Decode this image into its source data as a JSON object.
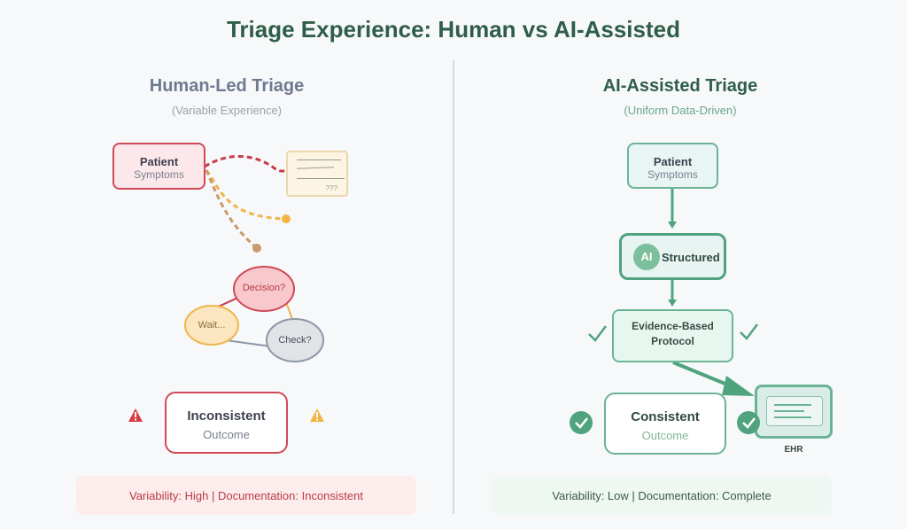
{
  "title": "Triage Experience: Human vs AI-Assisted",
  "left": {
    "title": "Human-Led Triage",
    "subtitle": "(Variable Experience)",
    "patient_box": {
      "title": "Patient",
      "subtitle": "Symptoms"
    },
    "note_card": {
      "text": "???"
    },
    "bubbles": {
      "decision": "Decision?",
      "wait": "Wait...",
      "check": "Check?"
    },
    "outcome": {
      "title": "Inconsistent",
      "subtitle": "Outcome"
    },
    "warning_icons": [
      "alert-red",
      "alert-amber"
    ],
    "footer": "Variability: High | Documentation: Inconsistent",
    "colors": {
      "accent": "#d04a57",
      "warn": "#f3b544",
      "brown": "#c99a6a"
    }
  },
  "right": {
    "title": "AI-Assisted Triage",
    "subtitle": "(Uniform Data-Driven)",
    "patient_box": {
      "title": "Patient",
      "subtitle": "Symptoms"
    },
    "ai_box": {
      "badge": "AI",
      "label": "Structured"
    },
    "protocol_box": {
      "line1": "Evidence-Based",
      "line2": "Protocol"
    },
    "outcome": {
      "title": "Consistent",
      "subtitle": "Outcome"
    },
    "ehr_label": "EHR",
    "footer": "Variability: Low | Documentation: Complete",
    "colors": {
      "accent": "#4fa37e",
      "badge": "#7cbf9c"
    }
  }
}
